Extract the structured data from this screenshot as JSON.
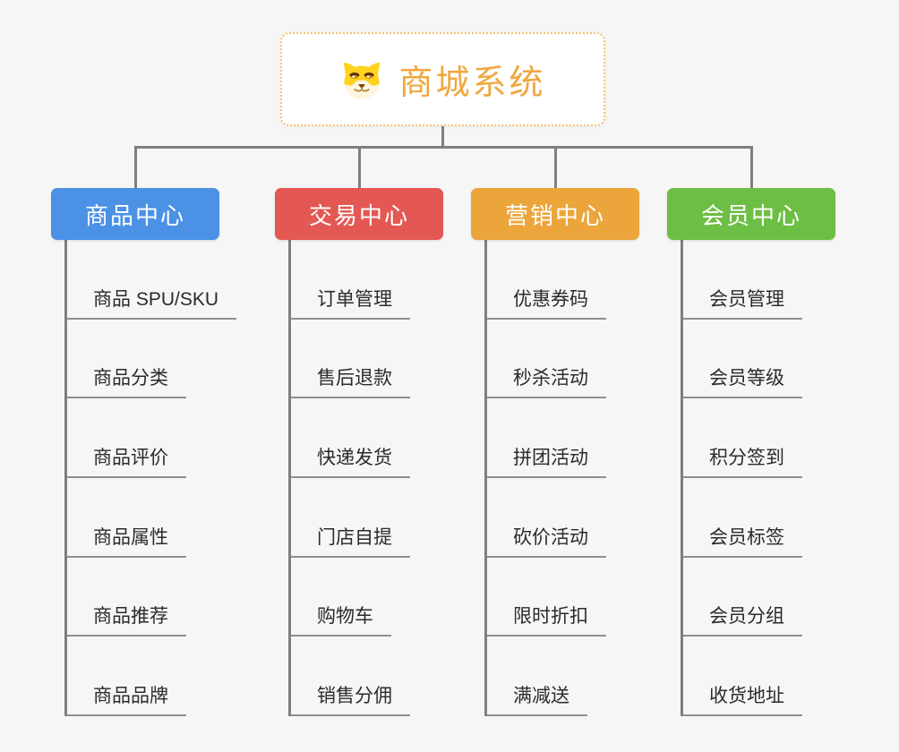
{
  "root": {
    "title": "商城系统",
    "icon": "dog-face-icon"
  },
  "branches": [
    {
      "label": "商品中心",
      "color": "#4b91e5",
      "children": [
        "商品 SPU/SKU",
        "商品分类",
        "商品评价",
        "商品属性",
        "商品推荐",
        "商品品牌"
      ]
    },
    {
      "label": "交易中心",
      "color": "#e35853",
      "children": [
        "订单管理",
        "售后退款",
        "快递发货",
        "门店自提",
        "购物车",
        "销售分佣"
      ]
    },
    {
      "label": "营销中心",
      "color": "#eba53b",
      "children": [
        "优惠券码",
        "秒杀活动",
        "拼团活动",
        "砍价活动",
        "限时折扣",
        "满减送"
      ]
    },
    {
      "label": "会员中心",
      "color": "#6dbe45",
      "children": [
        "会员管理",
        "会员等级",
        "积分签到",
        "会员标签",
        "会员分组",
        "收货地址"
      ]
    }
  ],
  "style": {
    "background": "#f6f6f6",
    "tree_line_color": "#7f7f7f",
    "underline_color": "#8f8f8f",
    "item_text_color": "#2b2b2b",
    "root_text_color": "#f0a73e",
    "root_border_color": "#f5c26e"
  }
}
